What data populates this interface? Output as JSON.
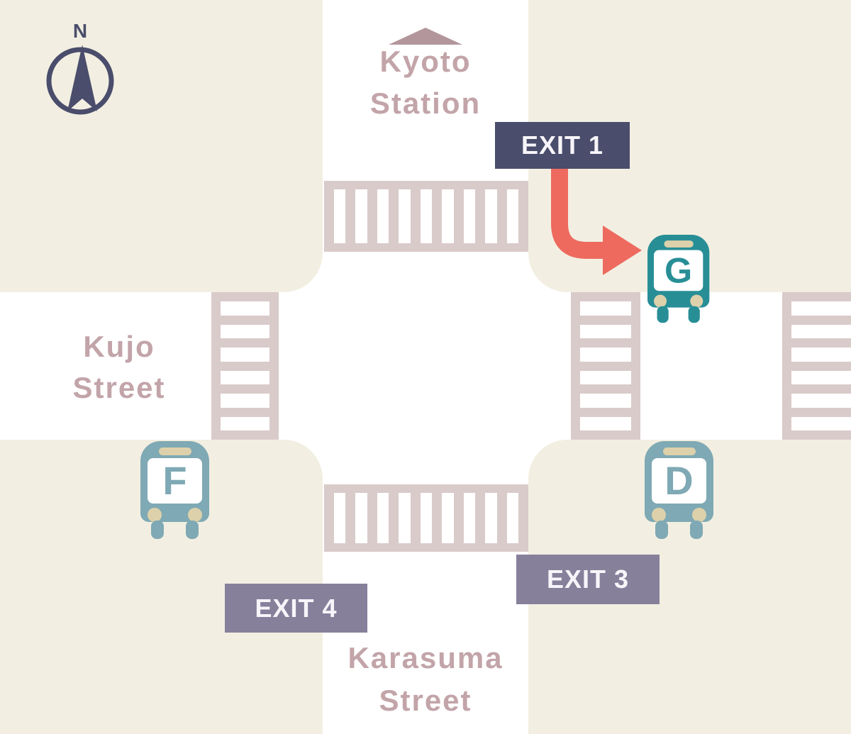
{
  "compass": {
    "label": "N"
  },
  "station": {
    "line1": "Kyoto",
    "line2": "Station"
  },
  "streets": {
    "kujo": {
      "line1": "Kujo",
      "line2": "Street"
    },
    "karasuma": {
      "line1": "Karasuma",
      "line2": "Street"
    }
  },
  "exits": {
    "exit1": {
      "label": "EXIT 1",
      "highlighted": true
    },
    "exit3": {
      "label": "EXIT 3",
      "highlighted": false
    },
    "exit4": {
      "label": "EXIT 4",
      "highlighted": false
    }
  },
  "bus_stops": {
    "g": {
      "label": "G",
      "highlighted": true
    },
    "f": {
      "label": "F",
      "highlighted": false
    },
    "d": {
      "label": "D",
      "highlighted": false
    }
  },
  "icons": {
    "compass_rose": "compass-rose-icon",
    "station_roof": "station-roof-icon",
    "route_arrow": "route-arrow-icon",
    "bus": "bus-icon"
  },
  "colors": {
    "background": "#f2efe2",
    "street": "#ffffff",
    "crosswalk": "#d9cbca",
    "street_label": "#c2a4a9",
    "station_roof": "#b2969b",
    "exit1_badge": "#4a4d6b",
    "exit_badge": "#87809b",
    "badge_text": "#f7f5f9",
    "arrow": "#ee6a5f",
    "bus_highlight": "#288e96",
    "bus_muted": "#7fa9b4",
    "bus_accent": "#ddd1ab",
    "compass": "#4a4d6b"
  }
}
